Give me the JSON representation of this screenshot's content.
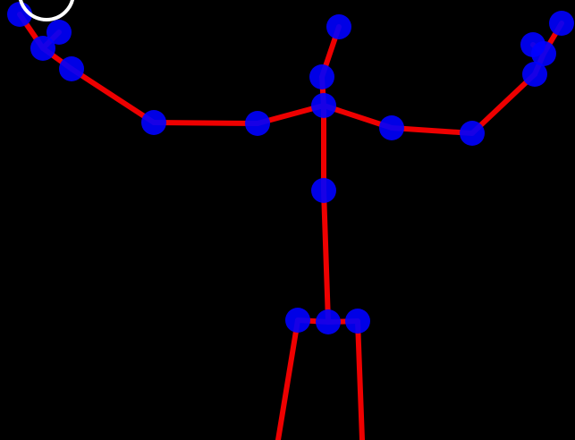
{
  "colors": {
    "background": "#000000",
    "bone": "#ee0000",
    "joint": "#0000ff",
    "marker": "#ffffff"
  },
  "skeleton": {
    "joints": [
      {
        "name": "left-hand-tip"
      },
      {
        "name": "left-hand-thumb"
      },
      {
        "name": "left-hand"
      },
      {
        "name": "left-wrist"
      },
      {
        "name": "left-elbow"
      },
      {
        "name": "left-shoulder"
      },
      {
        "name": "head"
      },
      {
        "name": "neck"
      },
      {
        "name": "spine-shoulder"
      },
      {
        "name": "right-shoulder"
      },
      {
        "name": "right-elbow"
      },
      {
        "name": "right-wrist"
      },
      {
        "name": "right-hand"
      },
      {
        "name": "right-hand-thumb"
      },
      {
        "name": "right-hand-tip"
      },
      {
        "name": "spine-mid"
      },
      {
        "name": "hip-left"
      },
      {
        "name": "spine-base"
      },
      {
        "name": "hip-right"
      }
    ],
    "bones": [
      [
        "left-hand-tip",
        "left-hand"
      ],
      [
        "left-hand-thumb",
        "left-hand"
      ],
      [
        "left-hand",
        "left-wrist"
      ],
      [
        "left-wrist",
        "left-elbow"
      ],
      [
        "left-elbow",
        "left-shoulder"
      ],
      [
        "left-shoulder",
        "spine-shoulder"
      ],
      [
        "head",
        "neck"
      ],
      [
        "neck",
        "spine-shoulder"
      ],
      [
        "spine-shoulder",
        "right-shoulder"
      ],
      [
        "right-shoulder",
        "right-elbow"
      ],
      [
        "right-elbow",
        "right-wrist"
      ],
      [
        "right-wrist",
        "right-hand"
      ],
      [
        "right-hand",
        "right-hand-tip"
      ],
      [
        "right-hand-thumb",
        "right-hand"
      ],
      [
        "spine-shoulder",
        "spine-mid"
      ],
      [
        "spine-mid",
        "spine-base"
      ],
      [
        "hip-left",
        "spine-base"
      ],
      [
        "spine-base",
        "hip-right"
      ],
      [
        "hip-left",
        "left-leg-end"
      ],
      [
        "hip-right",
        "right-leg-end"
      ]
    ],
    "markers": [
      {
        "name": "hand-state-ring"
      }
    ]
  }
}
